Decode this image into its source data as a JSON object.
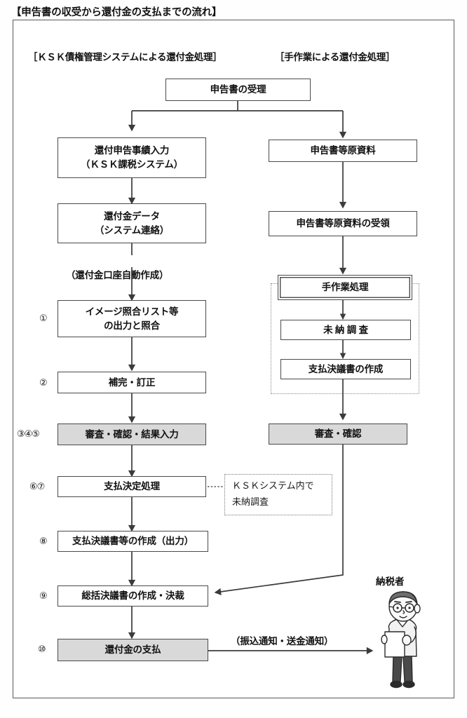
{
  "document": {
    "title": "【申告書の収受から還付金の支払までの流れ】"
  },
  "columns": {
    "left_caption": "［ＫＳＫ債権管理システムによる還付金処理］",
    "right_caption": "［手作業による還付金処理］"
  },
  "nodes": {
    "receipt": {
      "label": "申告書の受理"
    },
    "left": {
      "n1_line1": "還付申告事績入力",
      "n1_line2": "（ＫＳＫ課税システム）",
      "n2_line1": "還付金データ",
      "n2_line2": "（システム連絡）",
      "auto_account_note": "（還付金口座自動作成）",
      "n3_line1": "イメージ照合リスト等",
      "n3_line2": "の出力と照合",
      "n4": "補完・訂正",
      "n5": "審査・確認・結果入力",
      "n6": "支払決定処理",
      "n7": "支払決議書等の作成（出力）",
      "n8": "総括決議書の作成・決裁",
      "n9": "還付金の支払"
    },
    "right": {
      "r1": "申告書等原資料",
      "r2": "申告書等原資料の受領",
      "r3": "手作業処理",
      "r4": "未 納 調 査",
      "r5": "支払決議書の作成",
      "r6": "審査・確認"
    },
    "ksk_note": {
      "line1": "ＫＳＫシステム内で",
      "line2": "未納調査"
    }
  },
  "step_numbers": {
    "s1": "①",
    "s2": "②",
    "s345": "③④⑤",
    "s67": "⑥⑦",
    "s8": "⑧",
    "s9": "⑨",
    "s10": "⑩"
  },
  "annotations": {
    "payment_notice": "（振込通知・送金通知）",
    "taxpayer": "納税者"
  },
  "colors": {
    "line": "#4a4a4a",
    "shaded_fill": "#d9d9d9",
    "frame": "#5a5a5a",
    "text": "#111111"
  }
}
